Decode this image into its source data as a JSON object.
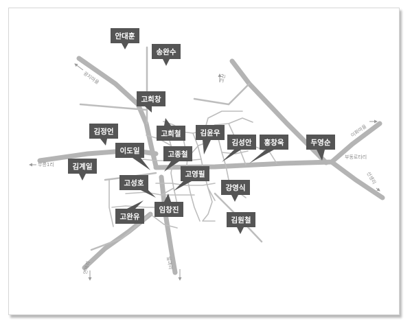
{
  "map": {
    "labels": {
      "anDaehun": "안대훈",
      "songWansu": "송완수",
      "goHuichang": "고희창",
      "goHuicheol": "고희철",
      "kimYunu": "김윤우",
      "kimJeongeon": "김정언",
      "kimSeongan": "김성안",
      "hongChanguk": "홍창욱",
      "duYeongsun": "두영순",
      "iDoil": "이도일",
      "goJongcheol": "고종철",
      "kimGyeil": "김계일",
      "goYeongpil": "고영필",
      "goSeongho": "고성호",
      "kangYeongsik": "강영식",
      "imChangjin": "임창진",
      "goWanyu": "고완유",
      "kimWoncheol": "김원철"
    },
    "directions": {
      "nw": "광지마을",
      "n": "고산",
      "ne1": "이화마을",
      "ne2": "부동로타리",
      "se": "선생리",
      "w": "무릉1리",
      "sw": "연해리",
      "s": "일과리"
    },
    "colors": {
      "marker": "#555555",
      "marker_text": "#ffffff",
      "road_main": "#b4b4b4",
      "road_minor": "#bdbdbd",
      "street": "#bdbdbd",
      "direction_text": "#8c8c8c"
    }
  }
}
